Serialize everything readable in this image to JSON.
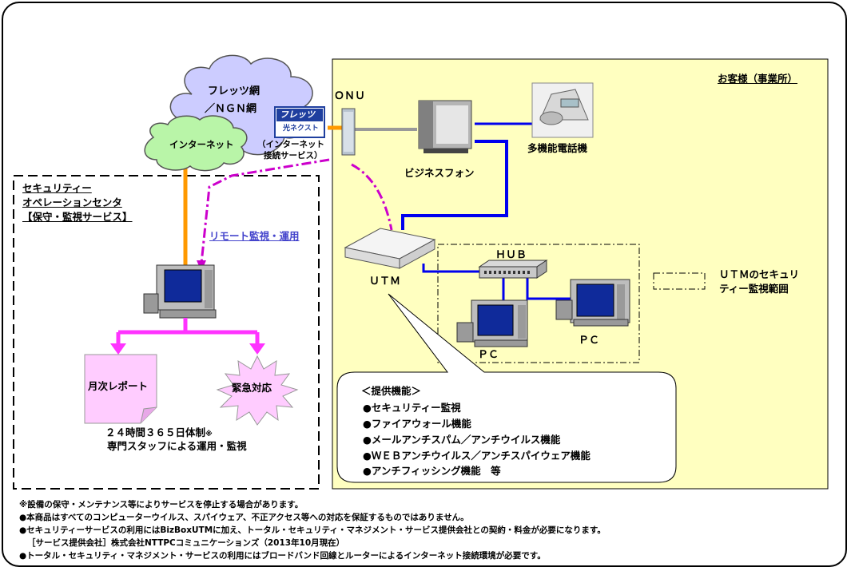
{
  "cloud": {
    "line1": "フレッツ網",
    "line2": "／ＮＧＮ網"
  },
  "internet_label": "インターネット",
  "flets_logo": {
    "top": "フレッツ",
    "bottom": "光ネクスト"
  },
  "flets_caption": {
    "line1": "（インターネット",
    "line2": "接続サービス）"
  },
  "onu_label": "ＯＮＵ",
  "customer_label": "お客様（事業所）",
  "business_phone_label": "ビジネスフォン",
  "multi_phone_label": "多機能電話機",
  "soc": {
    "line1": "セキュリティー",
    "line2": "オペレーションセンタ",
    "line3": "【保守・監視サービス】"
  },
  "remote_label": "リモート監視・運用",
  "utm_label": "ＵＴＭ",
  "hub_label": "ＨＵＢ",
  "pc_label_1": "ＰＣ",
  "pc_label_2": "ＰＣ",
  "utm_scope": {
    "line1": "ＵＴＭのセキュリ",
    "line2": "ティー監視範囲"
  },
  "monthly_report": "月次レポート",
  "emergency": "緊急対応",
  "support": {
    "line1": "２４時間３６５日体制",
    "mark": "※",
    "line2": "専門スタッフによる運用・監視"
  },
  "functions": {
    "title": "＜提供機能＞",
    "items": [
      "●セキュリティー監視",
      "●ファイアウォール機能",
      "●メールアンチスパム／アンチウイルス機能",
      "●ＷＥＢアンチウイルス／アンチスパイウェア機能",
      "●アンチフィッシング機能　等"
    ]
  },
  "notes": [
    "※設備の保守・メンテナンス等によりサービスを停止する場合があります。",
    "●本商品はすべてのコンピューターウイルス、スパイウェア、不正アクセス等への対応を保証するものではありません。",
    "●セキュリティーサービスの利用にはBizBoxUTMに加え、トータル・セキュリティ・マネジメント・サービス提供会社との契約・料金が必要になります。",
    "［サービス提供会社］株式会社NTTPCコミュニケーションズ（2013年10月現在）",
    "●トータル・セキュリティ・マネジメント・サービスの利用にはブロードバンド回線とルーターによるインターネット接続環境が必要です。"
  ],
  "colors": {
    "customer_area": "#ffffc0",
    "cloud_fill": "#ccccff",
    "internet_cloud": "#b9f5a8",
    "orange_line": "#ff9900",
    "blue_line": "#0000ee",
    "magenta": "#cc00cc",
    "arrow_magenta": "#ff33ff",
    "report_fill": "#ffccff",
    "burst_fill": "#ffccff"
  }
}
